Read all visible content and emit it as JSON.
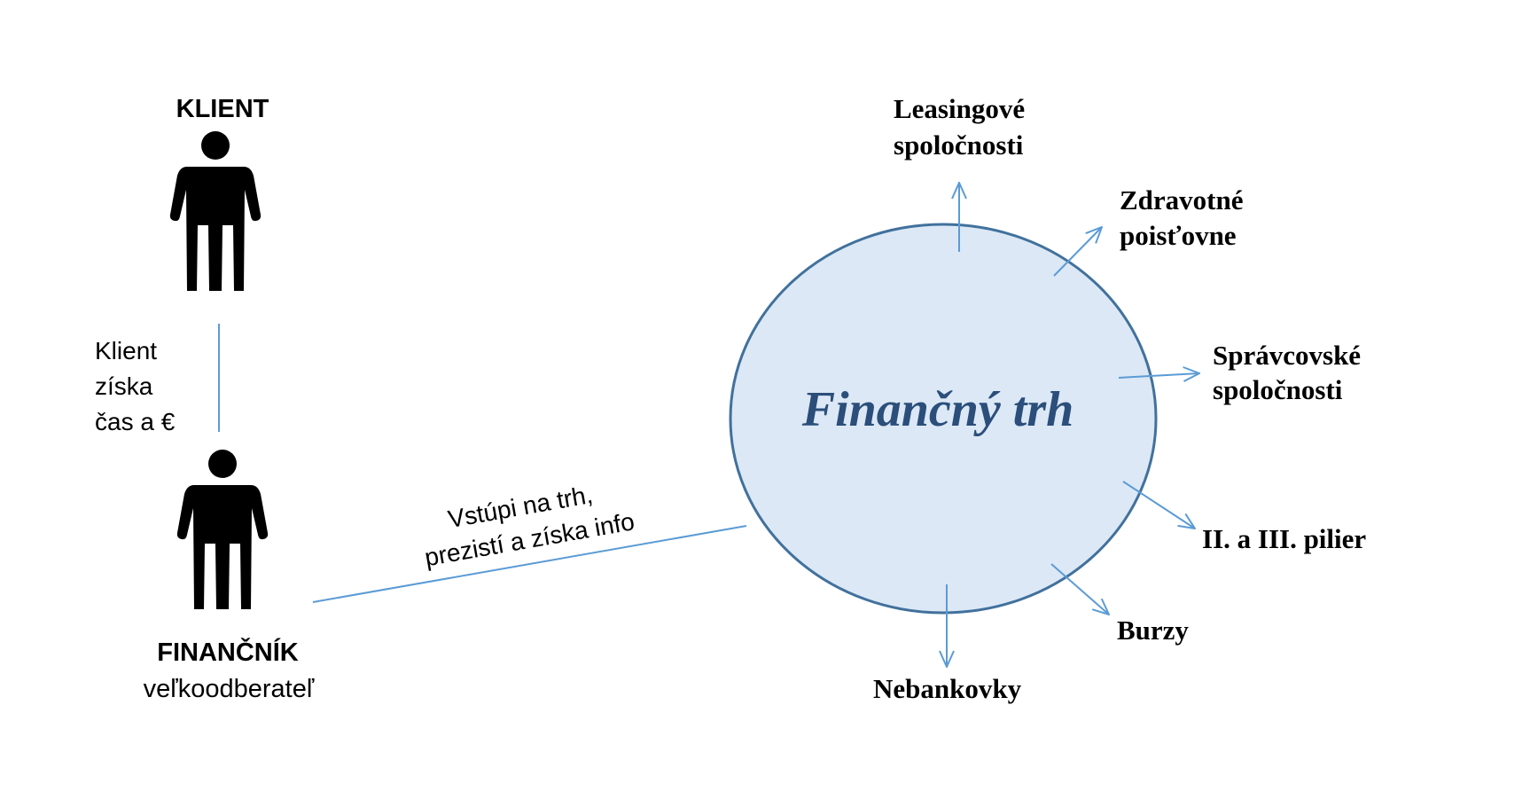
{
  "client": {
    "label": "KLIENT"
  },
  "client_benefit": {
    "lines": [
      "Klient",
      "získa",
      "čas a €"
    ]
  },
  "financier": {
    "label": "FINANČNÍK",
    "sublabel": "veľkoodberateľ"
  },
  "market_entry": {
    "lines": [
      "Vstúpi na trh,",
      "prezistí a získa info"
    ]
  },
  "market": {
    "label": "Finančný trh"
  },
  "institutions": {
    "leasing": [
      "Leasingové",
      "spoločnosti"
    ],
    "health": [
      "Zdravotné",
      "poisťovne"
    ],
    "asset_mgmt": [
      "Správcovské",
      "spoločnosti"
    ],
    "pillars": [
      "II. a III. pilier"
    ],
    "exchanges": [
      "Burzy"
    ],
    "nonbank": [
      "Nebankovky"
    ]
  },
  "colors": {
    "accent_line": "#5b9bd5",
    "circle_fill": "#dce8f6",
    "circle_stroke": "#41719c",
    "market_text": "#2b4e7a",
    "figure": "#000000"
  },
  "icons": {
    "client": "person-icon",
    "financier": "person-icon"
  }
}
